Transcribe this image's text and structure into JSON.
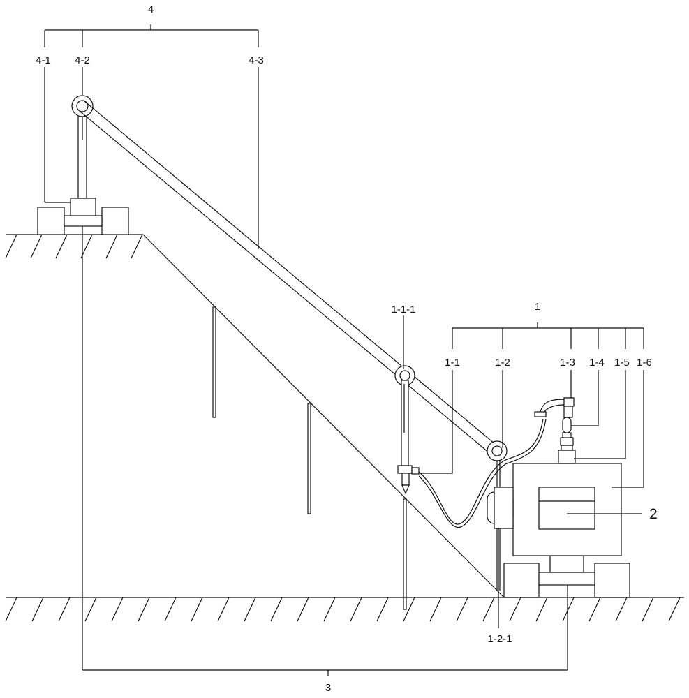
{
  "labels": {
    "l4": "4",
    "l4_1": "4-1",
    "l4_2": "4-2",
    "l4_3": "4-3",
    "l1": "1",
    "l1_1_1": "1-1-1",
    "l1_1": "1-1",
    "l1_2": "1-2",
    "l1_3": "1-3",
    "l1_4": "1-4",
    "l1_5": "1-5",
    "l1_6": "1-6",
    "l2": "2",
    "l1_2_1": "1-2-1",
    "l3": "3"
  }
}
